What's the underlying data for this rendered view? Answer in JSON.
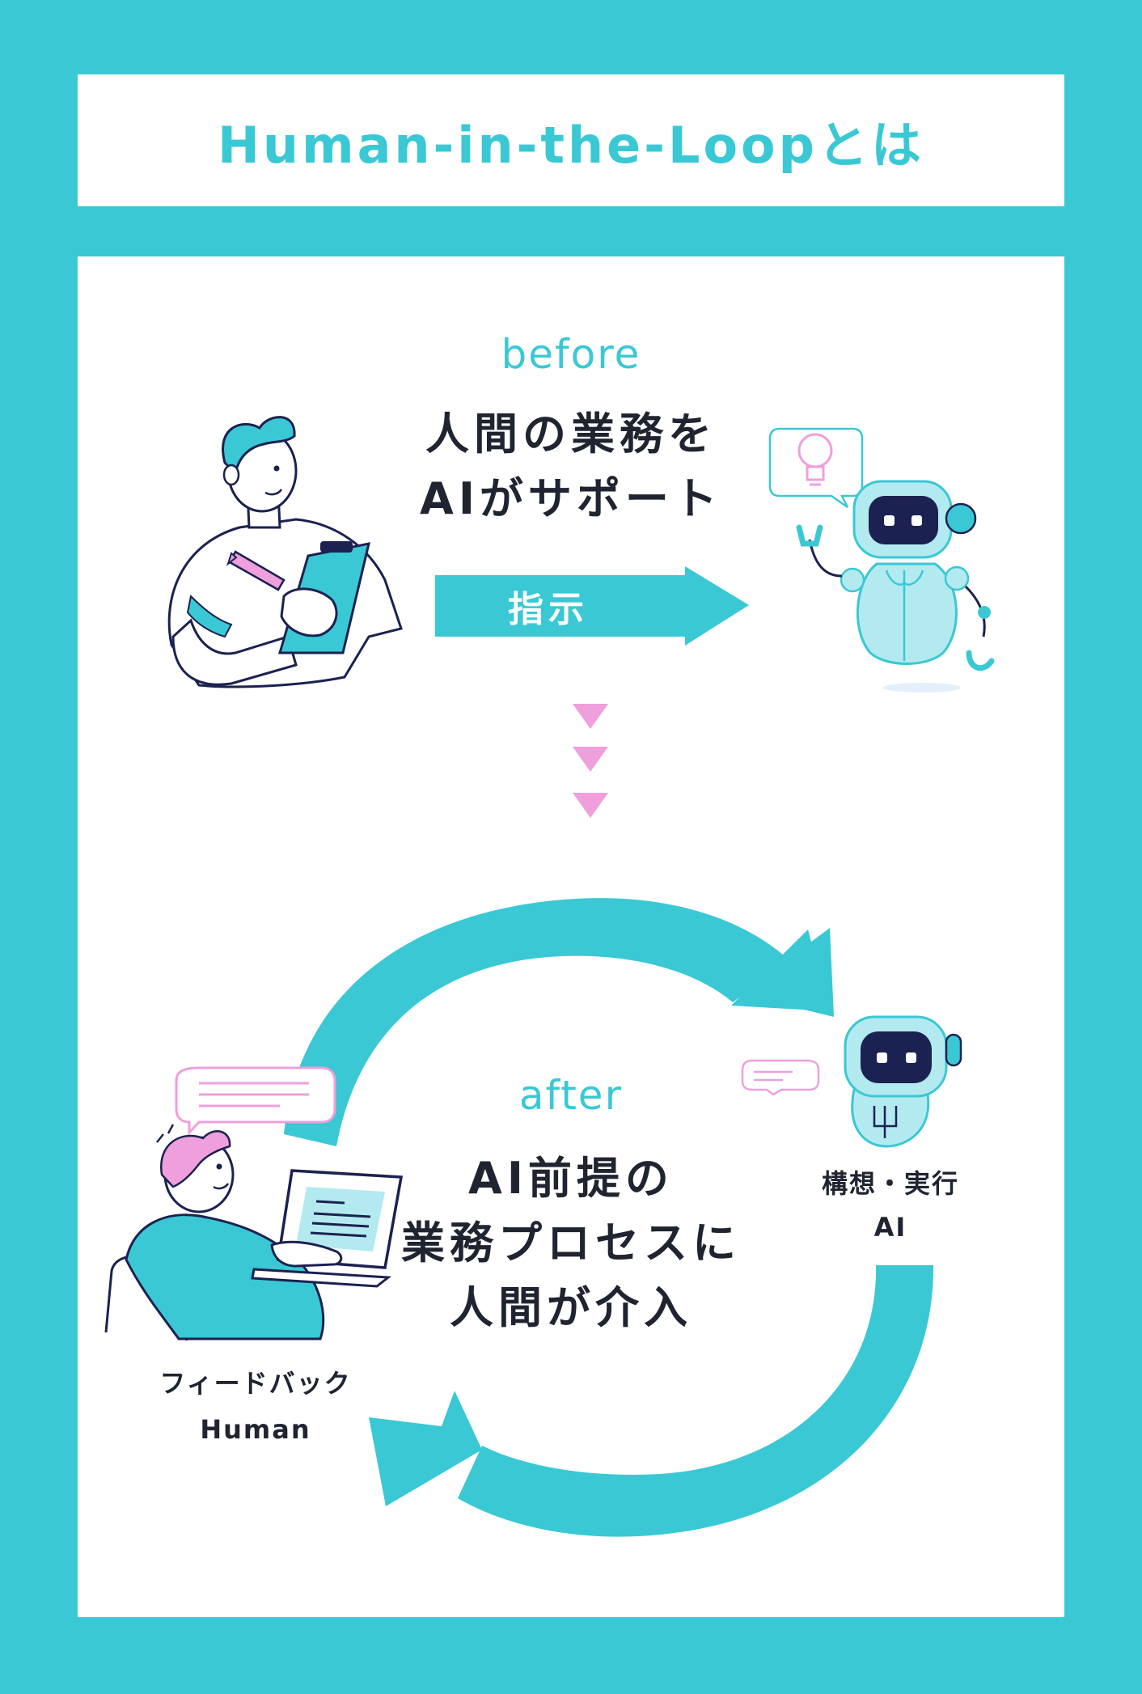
{
  "title": "Human-in-the-Loopとは",
  "before": {
    "label": "before",
    "headline": "人間の業務を\nAIがサポート",
    "arrow_label": "指示"
  },
  "after": {
    "label": "after",
    "headline": "AI前提の\n業務プロセスに\n人間が介入",
    "ai_role": "構想・実行",
    "ai_name": "AI",
    "human_role": "フィードバック",
    "human_name": "Human"
  },
  "colors": {
    "accent": "#3ac8d4",
    "pink": "#ef9fdc",
    "navy": "#1b2150",
    "light_teal": "#b3eaf0",
    "text": "#1f2430"
  }
}
